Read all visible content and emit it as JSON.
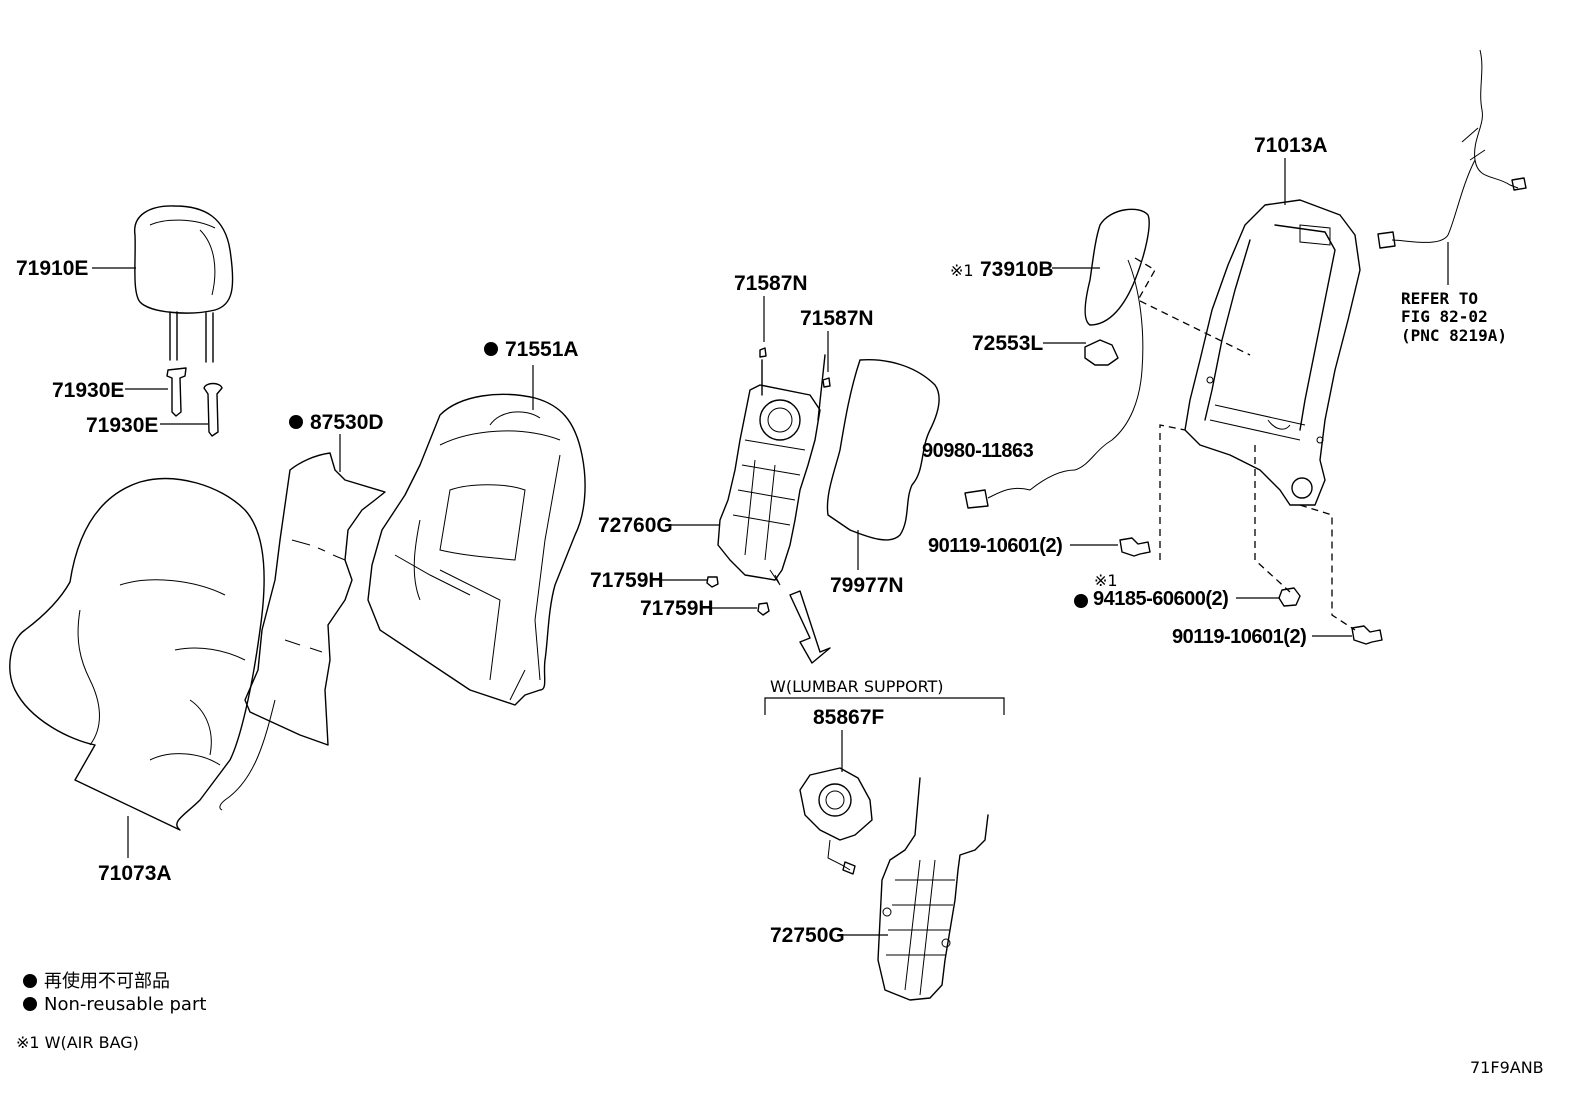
{
  "diagram_id": "71F9ANB",
  "legend": {
    "symbol": "●",
    "line_jp": "再使用不可部品",
    "line_en": "Non-reusable part",
    "footnote": "※1 W(AIR BAG)"
  },
  "group_label": "W(LUMBAR SUPPORT)",
  "refer_note": {
    "line1": "REFER TO",
    "line2": "FIG 82-02",
    "line3": "(PNC 8219A)"
  },
  "parts": {
    "p71910E": "71910E",
    "p71930E_a": "71930E",
    "p71930E_b": "71930E",
    "p71073A": "71073A",
    "p87530D": "87530D",
    "p71551A": "71551A",
    "p71587N_a": "71587N",
    "p71587N_b": "71587N",
    "p72760G": "72760G",
    "p71759H_a": "71759H",
    "p71759H_b": "71759H",
    "p79977N": "79977N",
    "p85867F": "85867F",
    "p72750G": "72750G",
    "p73910B": "73910B",
    "p72553L": "72553L",
    "p90980": "90980-11863",
    "p90119_a": "90119-10601(2)",
    "p94185": "94185-60600(2)",
    "p90119_b": "90119-10601(2)",
    "p71013A": "71013A"
  },
  "markers": {
    "ref1": "※1",
    "ref1_b": "※1",
    "dot": "●"
  }
}
